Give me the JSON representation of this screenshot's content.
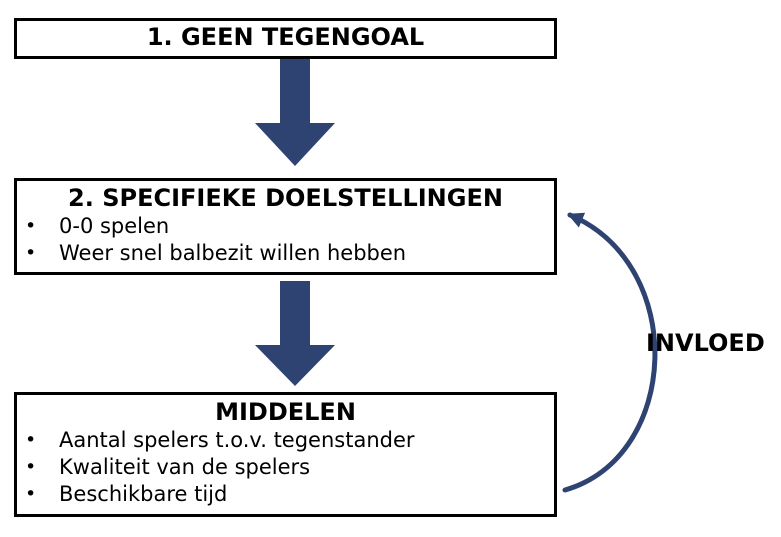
{
  "diagram": {
    "boxes": [
      {
        "title": "1. GEEN TEGENGOAL",
        "bullets": []
      },
      {
        "title": "2. SPECIFIEKE DOELSTELLINGEN",
        "bullets": [
          "0-0 spelen",
          "Weer snel balbezit willen hebben"
        ]
      },
      {
        "title": "MIDDELEN",
        "bullets": [
          "Aantal spelers t.o.v. tegenstander",
          "Kwaliteit van de spelers",
          "Beschikbare tijd"
        ]
      }
    ],
    "influence_label": "INVLOED",
    "colors": {
      "arrow_fill": "#2e4372",
      "curve_stroke": "#2e4372",
      "box_border": "#000000",
      "text": "#000000",
      "background": "#ffffff"
    }
  }
}
